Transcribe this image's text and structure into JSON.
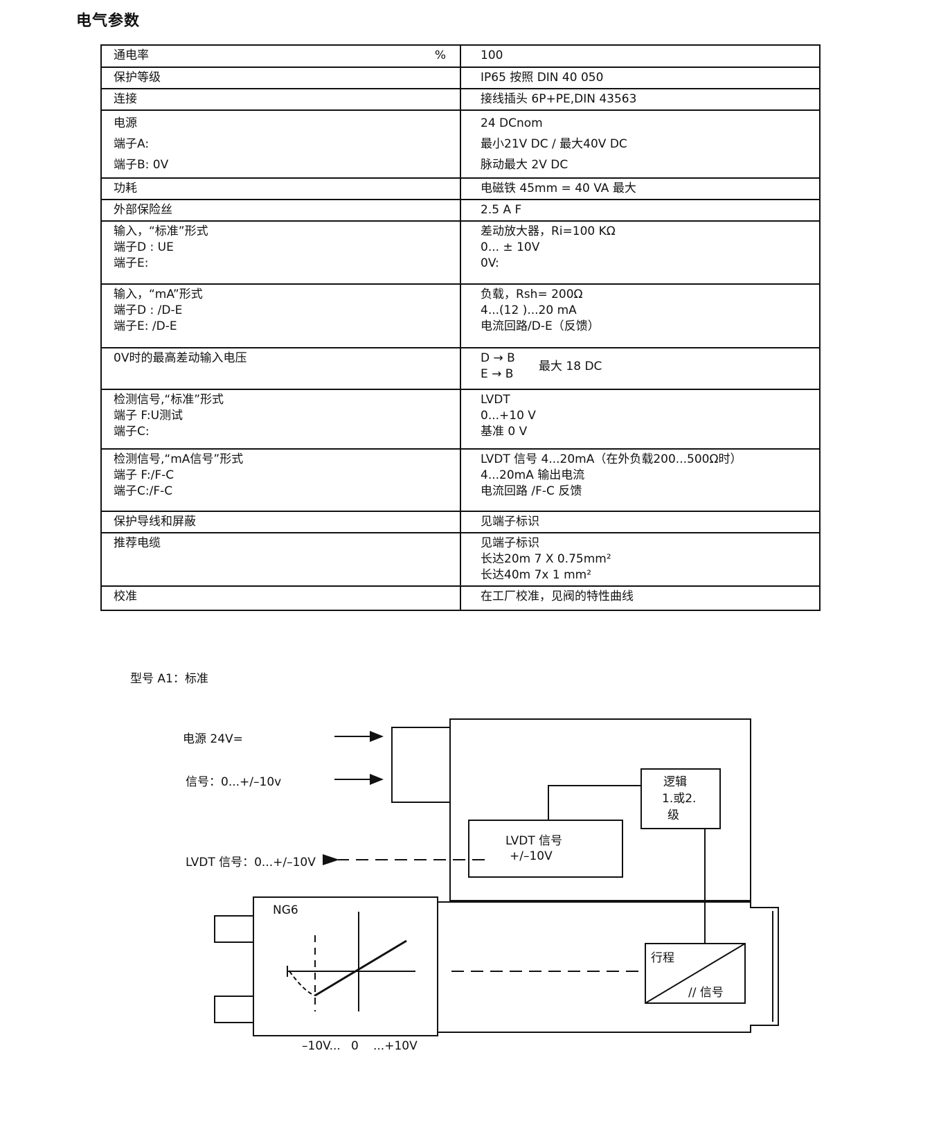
{
  "heading": "电气参数",
  "rows": [
    {
      "left": [
        "通电率"
      ],
      "unit": "%",
      "right": [
        "100"
      ]
    },
    {
      "left": [
        "保护等级"
      ],
      "right": [
        "IP65 按照 DIN 40 050"
      ]
    },
    {
      "left": [
        "连接"
      ],
      "right": [
        "接线插头 6P+PE,DIN 43563"
      ]
    },
    {
      "left": [
        "电源",
        "端子A:",
        "端子B:  0V"
      ],
      "right": [
        "24 DCnom",
        "最小21V DC / 最大40V DC",
        "脉动最大 2V DC"
      ]
    },
    {
      "left": [
        "功耗"
      ],
      "right": [
        "电磁铁 45mm = 40 VA 最大"
      ]
    },
    {
      "left": [
        "外部保险丝"
      ],
      "right": [
        "2.5 A F"
      ]
    },
    {
      "left": [
        "输入，“标准”形式",
        "端子D : UE",
        "端子E:"
      ],
      "right": [
        "差动放大器，Ri=100 KΩ",
        "0... ± 10V",
        "0V:"
      ]
    },
    {
      "left": [
        "输入，“mA”形式",
        "端子D : /D-E",
        "端子E:  /D-E"
      ],
      "right": [
        "负载，Rsh= 200Ω",
        "4...(12 )...20 mA",
        "电流回路/D-E（反馈）"
      ]
    },
    {
      "left": [
        "0V时的最高差动输入电压"
      ],
      "right": [
        "D → B",
        "E → B"
      ],
      "note": "最大 18 DC"
    },
    {
      "left": [
        "检测信号,“标准”形式",
        "端子 F:U测试",
        "端子C:"
      ],
      "right": [
        "LVDT",
        "0...+10 V",
        "基准 0 V"
      ]
    },
    {
      "left": [
        "检测信号,“mA信号”形式",
        "端子 F:/F-C",
        "端子C:/F-C"
      ],
      "right": [
        "LVDT 信号 4...20mA（在外负载200...500Ω时）",
        "4...20mA 输出电流",
        "电流回路 /F-C 反馈"
      ]
    },
    {
      "left": [
        "保护导线和屏蔽"
      ],
      "right": [
        "见端子标识"
      ]
    },
    {
      "left": [
        "推荐电缆"
      ],
      "right": [
        "见端子标识",
        "长达20m  7 X 0.75mm²",
        "长达40m   7x 1 mm²"
      ]
    },
    {
      "left": [
        "校准"
      ],
      "right": [
        "在工厂校准，见阀的特性曲线"
      ]
    }
  ],
  "model_title": "型号 A1：标准",
  "diagram": {
    "power_label": "电源  24V=",
    "signal_label": "信号：0...+/–10v",
    "lvdt_out_label": "LVDT 信号：0...+/–10V",
    "lvdt_box": [
      "LVDT 信号",
      "+/–10V"
    ],
    "logic_box": [
      "逻辑",
      "1.或2.",
      "级"
    ],
    "ng6_label": "NG6",
    "stroke_label": "行程",
    "stroke_signal": "//  信号",
    "axis_labels": [
      "–10V...",
      "0",
      "...+10V"
    ]
  }
}
